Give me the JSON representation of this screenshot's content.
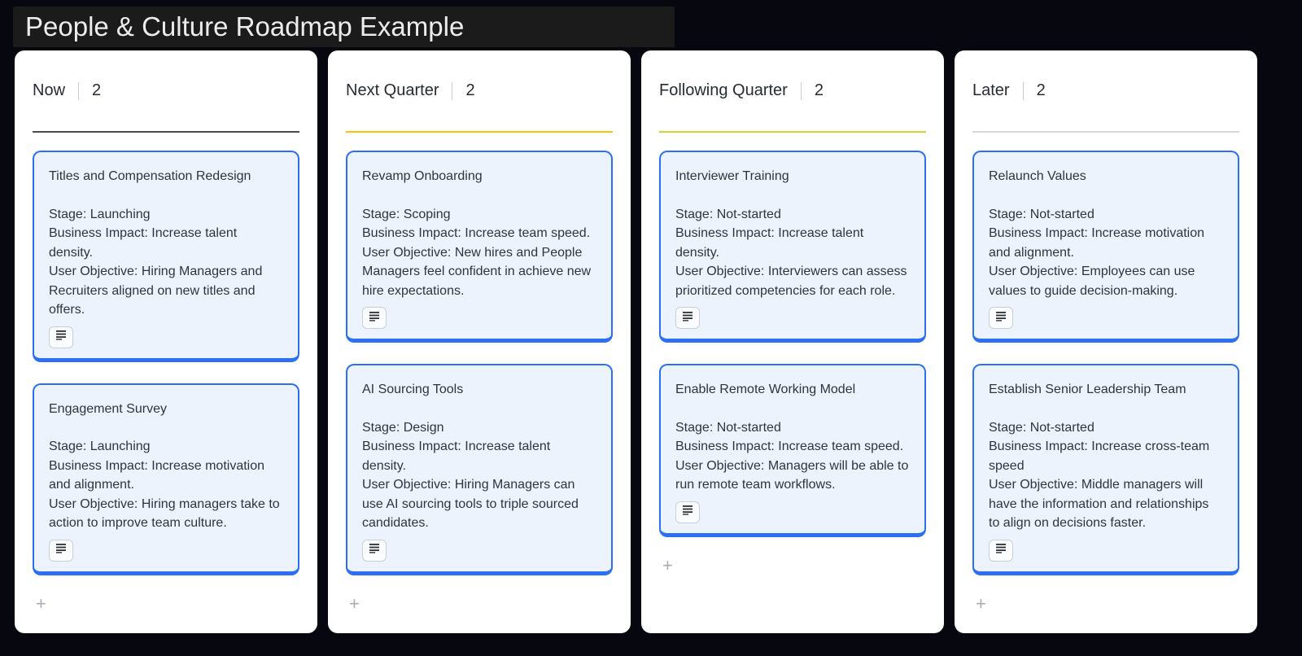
{
  "title": "People & Culture Roadmap Example",
  "board": {
    "add_label": "+",
    "columns": [
      {
        "name": "Now",
        "count": "2",
        "accent": "#484c55",
        "cards": [
          {
            "title": "Titles and Compensation Redesign",
            "lines": [
              "Stage: Launching",
              "Business Impact: Increase talent density.",
              "User Objective: Hiring Managers and Recruiters aligned on new titles and offers."
            ]
          },
          {
            "title": "Engagement Survey",
            "lines": [
              "Stage: Launching",
              "Business Impact: Increase motivation and alignment.",
              "User Objective: Hiring managers take to action to improve team culture."
            ]
          }
        ]
      },
      {
        "name": "Next Quarter",
        "count": "2",
        "accent": "#ffc107",
        "cards": [
          {
            "title": "Revamp Onboarding",
            "lines": [
              "Stage: Scoping",
              "Business Impact: Increase team speed.",
              "User Objective: New hires and People Managers feel confident in achieve new hire expectations."
            ]
          },
          {
            "title": "AI Sourcing Tools",
            "lines": [
              "Stage: Design",
              "Business Impact: Increase talent density.",
              "User Objective: Hiring Managers can use AI sourcing tools to triple sourced candidates."
            ]
          }
        ]
      },
      {
        "name": "Following Quarter",
        "count": "2",
        "accent": "#ccd930",
        "cards": [
          {
            "title": "Interviewer Training",
            "lines": [
              "Stage: Not-started",
              "Business Impact: Increase talent density.",
              "User Objective: Interviewers can assess prioritized competencies for each role."
            ]
          },
          {
            "title": "Enable Remote Working Model",
            "lines": [
              "Stage: Not-started",
              "Business Impact: Increase team speed.",
              "User Objective: Managers will be able to run remote team workflows."
            ]
          }
        ]
      },
      {
        "name": "Later",
        "count": "2",
        "accent": "#d6d8db",
        "cards": [
          {
            "title": "Relaunch Values",
            "lines": [
              "Stage: Not-started",
              "Business Impact: Increase motivation and alignment.",
              "User Objective: Employees can use values to guide decision-making."
            ]
          },
          {
            "title": "Establish Senior Leadership Team",
            "lines": [
              "Stage: Not-started",
              "Business Impact: Increase cross-team speed",
              "User Objective: Middle managers will have the information and relationships to align on decisions faster."
            ]
          }
        ]
      }
    ]
  },
  "colors": {
    "page_background": "#06070f",
    "title_background": "#1b1b1b",
    "card_border": "#2b6ff2",
    "card_background": "#ecf3fc"
  }
}
